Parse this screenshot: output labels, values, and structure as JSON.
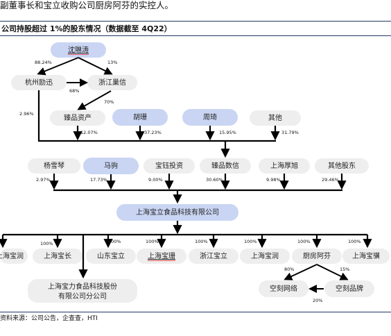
{
  "top_text": "副董事长和宝立收购公司厨房阿芬的实控人。",
  "title": "公司持股超过 1%的股东情况（数据截至 4Q22）",
  "footer": "资料来源：公司公告，企查查，HTI",
  "nodes": {
    "shenlintao": "沈琳涛",
    "hangzhou_lixun": "杭州励迅",
    "zhejiang_fengxin": "浙江巢信",
    "zhenpin_zichan": "臻品资产",
    "hushan": "胡珊",
    "zhouqi": "周琦",
    "qita": "其他",
    "yangxueqin": "杨雪琴",
    "majü": "马驹",
    "baoyu_touzi": "宝钰投资",
    "zhenpin_shuxin": "臻品数信",
    "shanghai_shaoxu": "上海厚旭",
    "qita_gudong": "其他股东",
    "company": "上海宝立食品科技有限公司",
    "sub_1": "上海宝润",
    "sub_2": "上海宝长",
    "sub_3": "山东宝立",
    "sub_4": "上海宝珊",
    "sub_5": "浙江宝立",
    "sub_6": "上海宝润",
    "sub_7": "厨房阿芬",
    "sub_8": "上海宝骥",
    "branch": "上海宝力食品科技股份有限公司分公司",
    "kongke_wangluo": "空刻网络",
    "kongke_pinpai": "空刻品牌"
  },
  "pct": {
    "shen_hangzhou": "88.24%",
    "shen_zhejiang": "13%",
    "hangzhou_zhejiang": "68%",
    "zhejiang_zhenpin": "70%",
    "hangzhou_company": "2.96%",
    "zhenpin": "12.07%",
    "hushan": "37.23%",
    "zhouqi": "15.95%",
    "qita": "31.79%",
    "yangxueqin": "2.97%",
    "maju": "17.73%",
    "baoyu": "9.00%",
    "zhenpin_shuxin": "30.60%",
    "shaoxu": "9.98%",
    "qita_gudong": "29.46%",
    "sub_2": "100%",
    "sub_3": "100%",
    "sub_4": "100%",
    "sub_5": "100%",
    "sub_6": "100%",
    "sub_7": "100%",
    "sub_8": "100%",
    "afen_wangluo": "80%",
    "afen_pinpai": "15%",
    "pinpai_wangluo": "20%"
  },
  "colors": {
    "highlight": "#c9d5f3",
    "normal": "#eeeeee",
    "title_border": "#1f3864"
  }
}
